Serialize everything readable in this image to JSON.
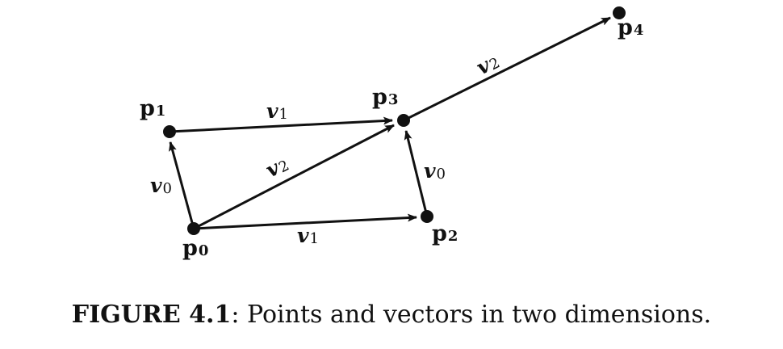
{
  "points": [
    {
      "id": "p0",
      "name": "p",
      "sub": "0"
    },
    {
      "id": "p1",
      "name": "p",
      "sub": "1"
    },
    {
      "id": "p2",
      "name": "p",
      "sub": "2"
    },
    {
      "id": "p3",
      "name": "p",
      "sub": "3"
    },
    {
      "id": "p4",
      "name": "p",
      "sub": "4"
    }
  ],
  "vectors": [
    {
      "id": "v0-left",
      "name": "v",
      "sub": "0",
      "from": "p0",
      "to": "p1"
    },
    {
      "id": "v1-top",
      "name": "v",
      "sub": "1",
      "from": "p1",
      "to": "p3"
    },
    {
      "id": "v1-bottom",
      "name": "v",
      "sub": "1",
      "from": "p0",
      "to": "p2"
    },
    {
      "id": "v0-right",
      "name": "v",
      "sub": "0",
      "from": "p2",
      "to": "p3"
    },
    {
      "id": "v2-diag",
      "name": "v",
      "sub": "2",
      "from": "p0",
      "to": "p3"
    },
    {
      "id": "v2-ext",
      "name": "v",
      "sub": "2",
      "from": "p3",
      "to": "p4"
    }
  ],
  "caption": {
    "figure_number": "FIGURE 4.1",
    "text": ": Points and vectors in two dimensions."
  }
}
